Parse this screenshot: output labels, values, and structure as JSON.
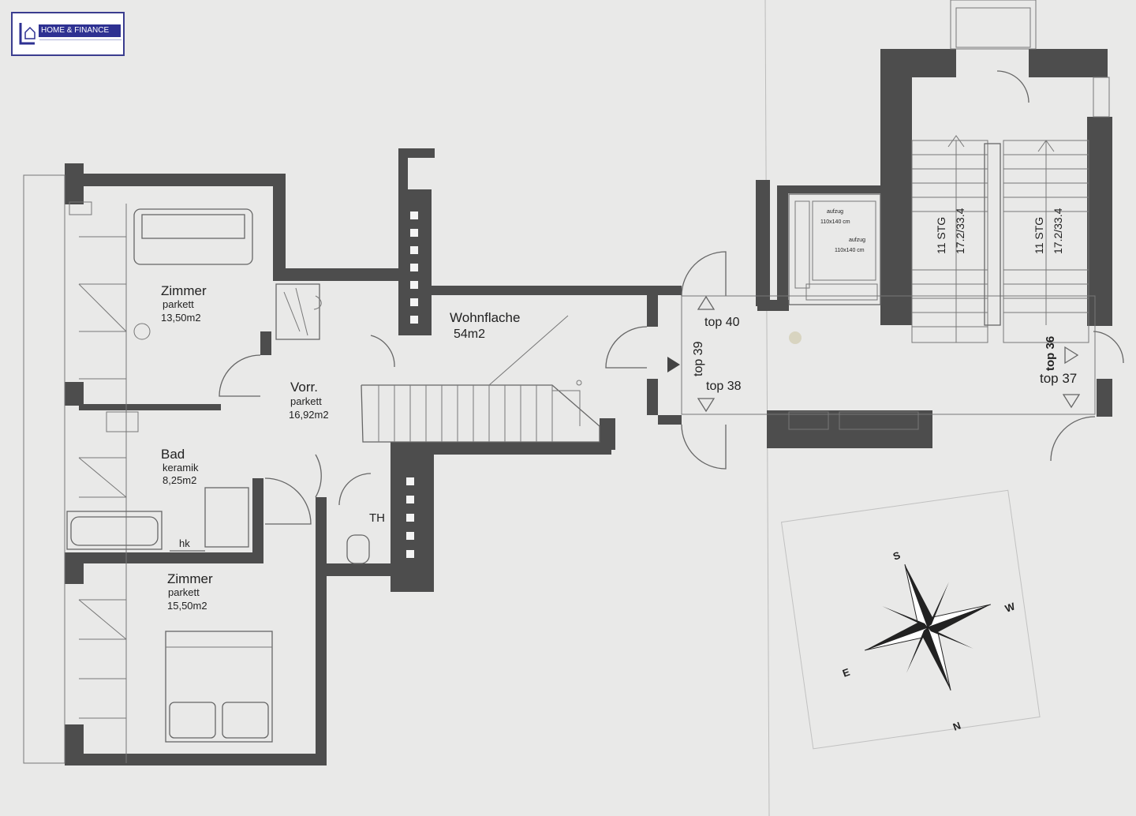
{
  "logo": {
    "name": "HOME & FINANCE"
  },
  "rooms": {
    "zimmer1": {
      "name": "Zimmer",
      "floor": "parkett",
      "area": "13,50m2"
    },
    "vorraum": {
      "name": "Vorr.",
      "floor": "parkett",
      "area": "16,92m2"
    },
    "bad": {
      "name": "Bad",
      "floor": "keramik",
      "area": "8,25m2"
    },
    "zimmer2": {
      "name": "Zimmer",
      "floor": "parkett",
      "area": "15,50m2"
    },
    "wohnflache": {
      "name": "Wohnflache",
      "area": "54m2"
    }
  },
  "fixtures": {
    "hk": "hk",
    "th": "TH"
  },
  "elevator": {
    "label1": "aufzug",
    "size1": "110x140 cm",
    "label2": "aufzug",
    "size2": "110x140 cm"
  },
  "stairs": {
    "left_steps": "11 STG",
    "left_ratio": "17.2/33.4",
    "right_steps": "11 STG",
    "right_ratio": "17.2/33.4"
  },
  "tops": {
    "top40": "top 40",
    "top39": "top 39",
    "top38": "top 38",
    "top36": "top 36",
    "top37": "top 37"
  },
  "compass": {
    "n": "N",
    "s": "S",
    "e": "E",
    "w": "W"
  },
  "colors": {
    "paper": "#e9e9e8",
    "wall": "#4d4d4d",
    "brand": "#2e3192"
  }
}
